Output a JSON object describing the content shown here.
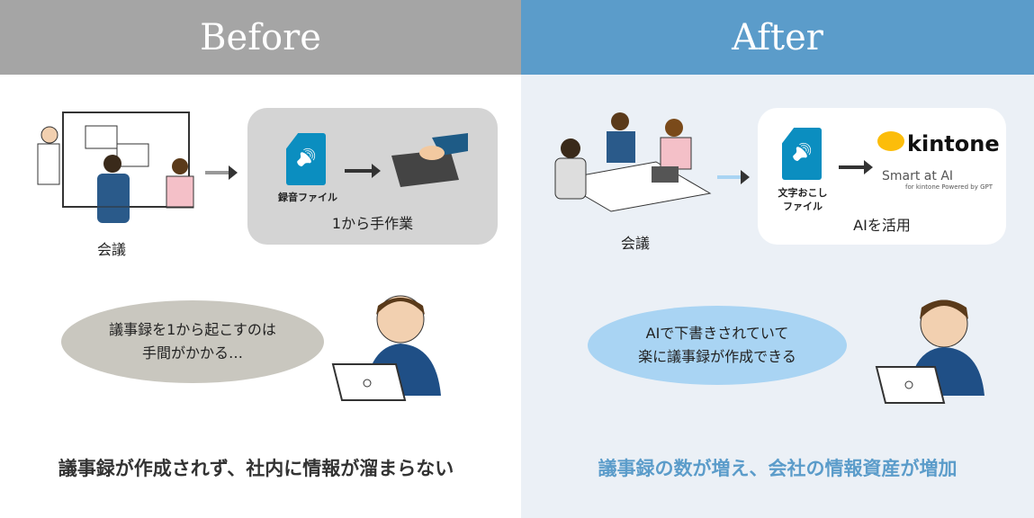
{
  "before": {
    "header": "Before",
    "meeting_label": "会議",
    "file_label": "録音ファイル",
    "process_caption": "1から手作業",
    "bubble_lines": [
      "議事録を1から起こすのは",
      "手間がかかる…"
    ],
    "conclusion": "議事録が作成されず、社内に情報が溜まらない"
  },
  "after": {
    "header": "After",
    "meeting_label": "会議",
    "file_label_lines": [
      "文字おこし",
      "ファイル"
    ],
    "logo_kintone": "kintone",
    "logo_smart": "Smart at AI",
    "logo_smart_sub": "for kintone Powered by GPT",
    "process_caption": "AIを活用",
    "bubble_lines": [
      "AIで下書きされていて",
      "楽に議事録が作成できる"
    ],
    "conclusion": "議事録の数が増え、会社の情報資産が増加"
  },
  "colors": {
    "before_header": "#a5a5a5",
    "after_header": "#5b9cca",
    "after_text": "#5b9cca",
    "file": "#0b8ec0"
  }
}
